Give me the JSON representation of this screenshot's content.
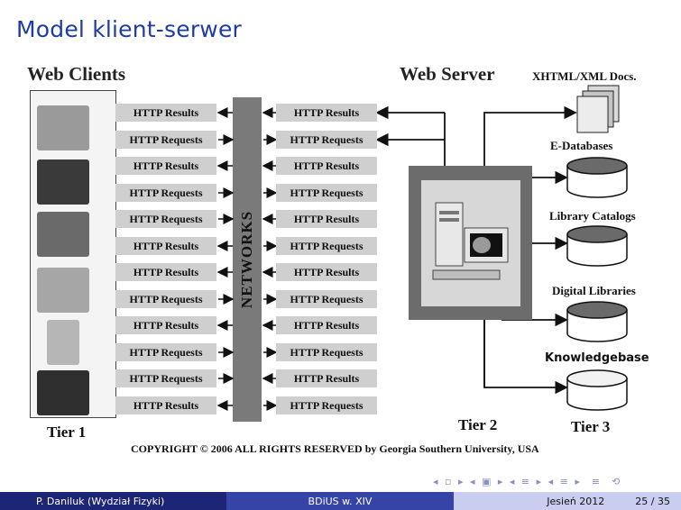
{
  "slide": {
    "title": "Model klient-serwer"
  },
  "diagram": {
    "web_clients_label": "Web Clients",
    "web_server_label": "Web Server",
    "networks_label": "NETWORKS",
    "left_column": [
      "HTTP Results",
      "HTTP Requests",
      "HTTP Results",
      "HTTP Requests",
      "HTTP Requests",
      "HTTP Results",
      "HTTP Results",
      "HTTP Requests",
      "HTTP Results",
      "HTTP Requests",
      "HTTP Requests",
      "HTTP Results"
    ],
    "right_column": [
      "HTTP Results",
      "HTTP Requests",
      "HTTP Results",
      "HTTP Requests",
      "HTTP Results",
      "HTTP Requests",
      "HTTP Results",
      "HTTP Requests",
      "HTTP Results",
      "HTTP Requests",
      "HTTP Results",
      "HTTP Requests"
    ],
    "resources": {
      "xhtml": "XHTML/XML Docs.",
      "edb": "E-Databases",
      "library": "Library Catalogs",
      "digital": "Digital Libraries",
      "knowledge": "Knowledgebase"
    },
    "tier1": "Tier 1",
    "tier2": "Tier 2",
    "tier3": "Tier 3",
    "copyright": "COPYRIGHT © 2006 ALL RIGHTS RESERVED by Georgia Southern University, USA"
  },
  "footer": {
    "author": "P. Daniluk  (Wydział Fizyki)",
    "course": "BDiUS w. XIV",
    "term": "Jesień 2012",
    "page": "25 / 35"
  },
  "colors": {
    "title": "#1f3ba8",
    "footer_dark": "#1d2577",
    "footer_mid": "#3644a8",
    "footer_light": "#c9cdf0"
  }
}
